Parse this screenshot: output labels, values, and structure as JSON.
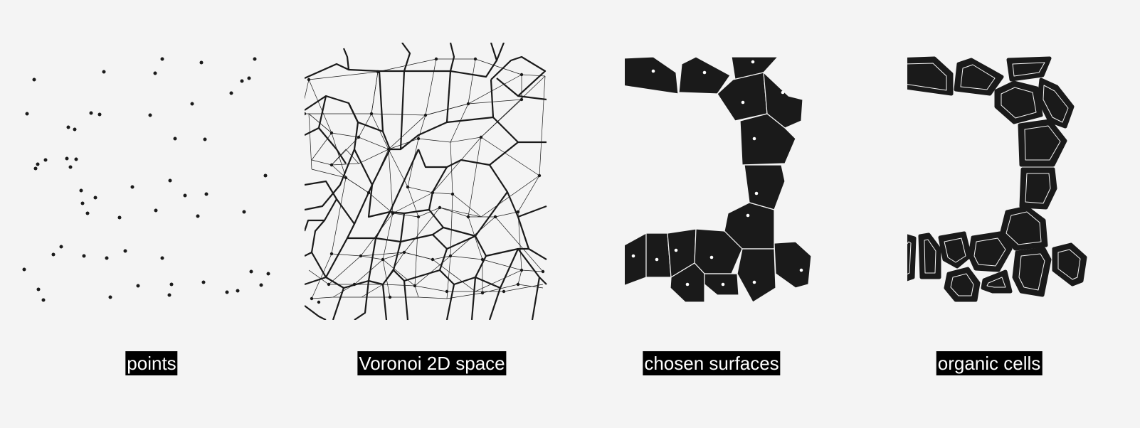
{
  "captions": {
    "points": "points",
    "voronoi": "Voronoi 2D space",
    "chosen": "chosen surfaces",
    "organic": "organic cells"
  },
  "colors": {
    "background": "#f4f4f4",
    "ink": "#1a1a1a",
    "caption_bg": "#000000",
    "caption_text": "#ffffff",
    "highlight": "#ffffff"
  }
}
